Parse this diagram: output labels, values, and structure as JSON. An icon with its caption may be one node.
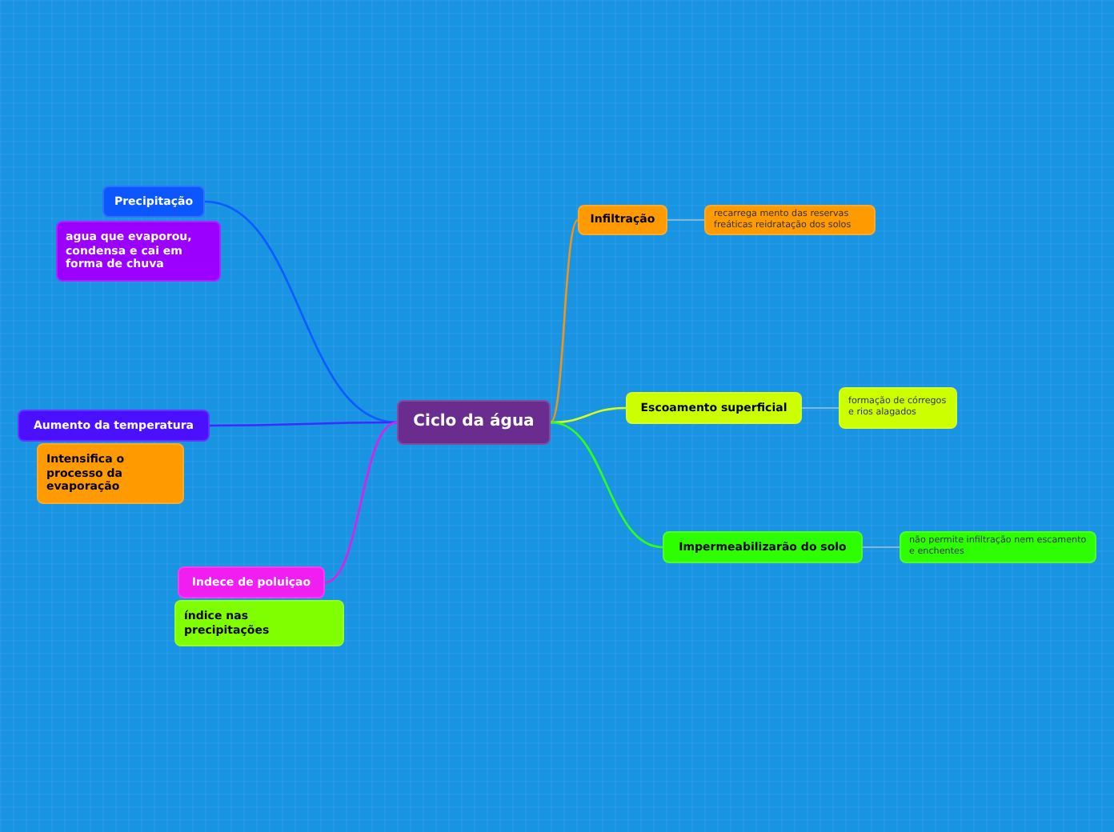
{
  "diagram": {
    "nodes": [
      {
        "text": [
          "Ciclo da água"
        ]
      },
      {
        "text": [
          "Precipitação"
        ]
      },
      {
        "text": [
          "agua que evaporou, condensa e cai em forma de chuva"
        ]
      },
      {
        "text": [
          "Aumento da temperatura"
        ]
      },
      {
        "text": [
          "Intensifica o processo da evaporação"
        ]
      },
      {
        "text": [
          "Indece de poluiçao"
        ]
      },
      {
        "text": [
          "índice nas precipitações"
        ]
      },
      {
        "text": [
          "Infiltração"
        ]
      },
      {
        "text": [
          "recarrega mento das reservas freáticas reidratação dos solos"
        ]
      },
      {
        "text": [
          "Escoamento superficial"
        ]
      },
      {
        "text": [
          "formação de córregos e rios alagados"
        ]
      },
      {
        "text": [
          "Impermeabilizarão do solo"
        ]
      },
      {
        "text": [
          "não permite infiltração nem escamento e enchentes"
        ]
      }
    ],
    "edges": [
      {
        "from": 0,
        "to": 1,
        "arrow": "none",
        "color": "#0b5cff"
      },
      {
        "from": 0,
        "to": 3,
        "arrow": "none",
        "color": "#3a2bff"
      },
      {
        "from": 0,
        "to": 5,
        "arrow": "none",
        "color": "#e01ee8"
      },
      {
        "from": 0,
        "to": 7,
        "arrow": "none",
        "color": "#f0951a"
      },
      {
        "from": 0,
        "to": 9,
        "arrow": "none",
        "color": "#d4ff1a"
      },
      {
        "from": 0,
        "to": 11,
        "arrow": "none",
        "color": "#2eff1a"
      },
      {
        "from": 7,
        "to": 8,
        "arrow": "none",
        "color": "#7fb8d8"
      },
      {
        "from": 9,
        "to": 10,
        "arrow": "none",
        "color": "#7fb8d8"
      },
      {
        "from": 11,
        "to": 12,
        "arrow": "none",
        "color": "#7fb8d8"
      }
    ]
  }
}
